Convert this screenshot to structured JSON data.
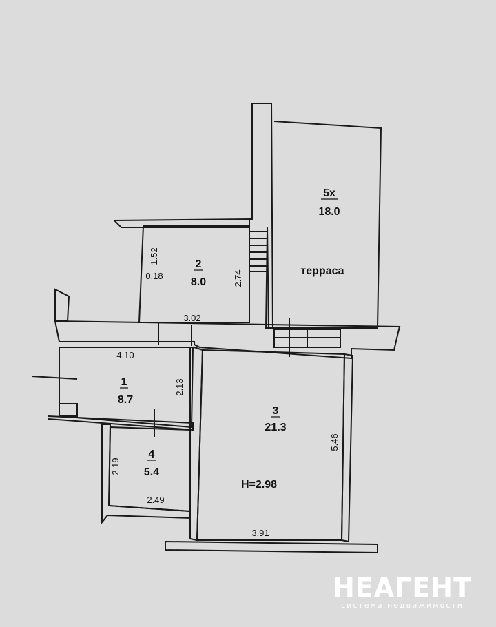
{
  "rooms": [
    {
      "number": "1",
      "area": "8.7"
    },
    {
      "number": "2",
      "area": "8.0"
    },
    {
      "number": "3",
      "area": "21.3"
    },
    {
      "number": "4",
      "area": "5.4"
    },
    {
      "number": "5х",
      "area": "18.0",
      "name": "терраса"
    }
  ],
  "dimensions": {
    "room2_left_height": "1.52",
    "room2_left_offset": "0.18",
    "room2_right_height": "2.74",
    "room2_width": "3.02",
    "room1_width": "4.10",
    "room1_height": "2.13",
    "room3_height": "5.46",
    "room3_width": "3.91",
    "room4_height": "2.19",
    "room4_width": "2.49"
  },
  "ceiling_height": "H=2.98",
  "watermark": {
    "name": "НЕАГЕНТ",
    "subtitle": "система недвижимости"
  }
}
